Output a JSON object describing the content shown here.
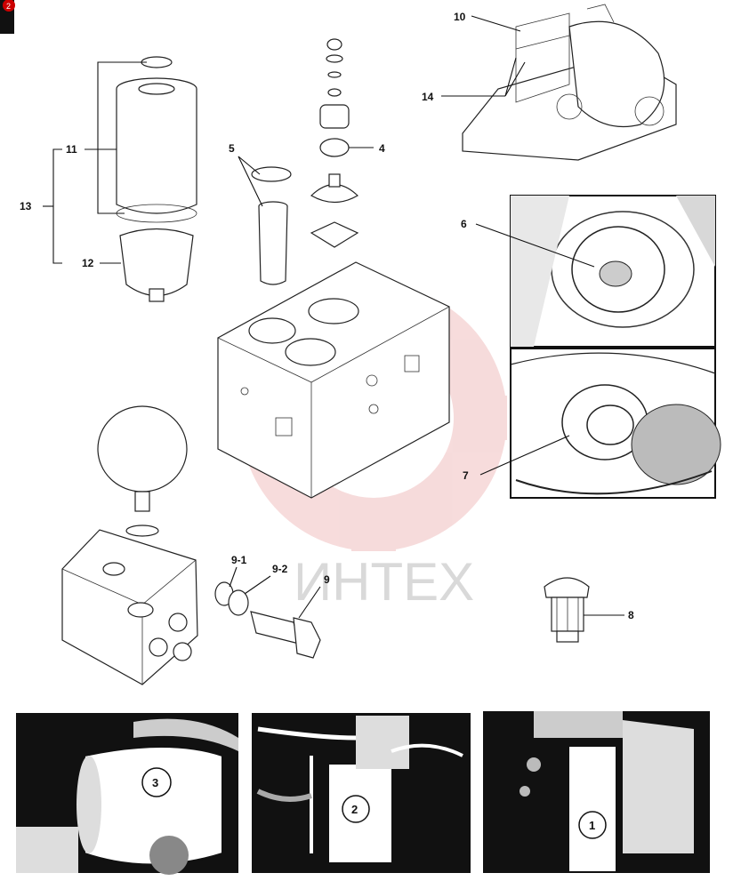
{
  "watermark": {
    "text": "ИНТЕХ",
    "color": "#f2b8b8"
  },
  "corner_mark": {
    "text": "2"
  },
  "callouts": [
    {
      "id": "c10",
      "text": "10"
    },
    {
      "id": "c14",
      "text": "14"
    },
    {
      "id": "c4",
      "text": "4"
    },
    {
      "id": "c5",
      "text": "5"
    },
    {
      "id": "c11",
      "text": "11"
    },
    {
      "id": "c13",
      "text": "13"
    },
    {
      "id": "c12",
      "text": "12"
    },
    {
      "id": "c6",
      "text": "6"
    },
    {
      "id": "c7",
      "text": "7"
    },
    {
      "id": "c9-1",
      "text": "9-1"
    },
    {
      "id": "c9-2",
      "text": "9-2"
    },
    {
      "id": "c9",
      "text": "9"
    },
    {
      "id": "c8",
      "text": "8"
    }
  ],
  "photo_labels": [
    {
      "id": "p3",
      "text": "3"
    },
    {
      "id": "p2",
      "text": "2"
    },
    {
      "id": "p1",
      "text": "1"
    }
  ]
}
